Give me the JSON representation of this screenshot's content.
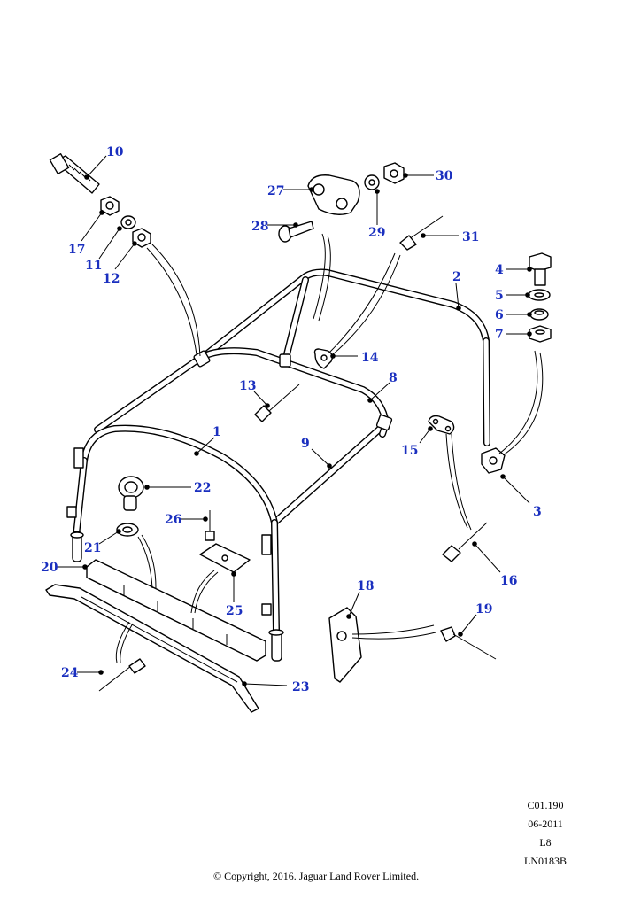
{
  "callouts": [
    {
      "id": "c1",
      "label": "1"
    },
    {
      "id": "c2",
      "label": "2"
    },
    {
      "id": "c3",
      "label": "3"
    },
    {
      "id": "c4",
      "label": "4"
    },
    {
      "id": "c5",
      "label": "5"
    },
    {
      "id": "c6",
      "label": "6"
    },
    {
      "id": "c7",
      "label": "7"
    },
    {
      "id": "c8",
      "label": "8"
    },
    {
      "id": "c9",
      "label": "9"
    },
    {
      "id": "c10",
      "label": "10"
    },
    {
      "id": "c11",
      "label": "11"
    },
    {
      "id": "c12",
      "label": "12"
    },
    {
      "id": "c13",
      "label": "13"
    },
    {
      "id": "c14",
      "label": "14"
    },
    {
      "id": "c15",
      "label": "15"
    },
    {
      "id": "c16",
      "label": "16"
    },
    {
      "id": "c17",
      "label": "17"
    },
    {
      "id": "c18",
      "label": "18"
    },
    {
      "id": "c19",
      "label": "19"
    },
    {
      "id": "c20",
      "label": "20"
    },
    {
      "id": "c21",
      "label": "21"
    },
    {
      "id": "c22",
      "label": "22"
    },
    {
      "id": "c23",
      "label": "23"
    },
    {
      "id": "c24",
      "label": "24"
    },
    {
      "id": "c25",
      "label": "25"
    },
    {
      "id": "c26",
      "label": "26"
    },
    {
      "id": "c27",
      "label": "27"
    },
    {
      "id": "c28",
      "label": "28"
    },
    {
      "id": "c29",
      "label": "29"
    },
    {
      "id": "c30",
      "label": "30"
    },
    {
      "id": "c31",
      "label": "31"
    }
  ],
  "footer": {
    "code": "C01.190",
    "date": "06-2011",
    "level": "L8",
    "illustration": "LN0183B",
    "copyright": "© Copyright, 2016. Jaguar Land Rover Limited."
  },
  "colors": {
    "callout": "#1a2fbf",
    "line": "#000000",
    "background": "#ffffff"
  }
}
